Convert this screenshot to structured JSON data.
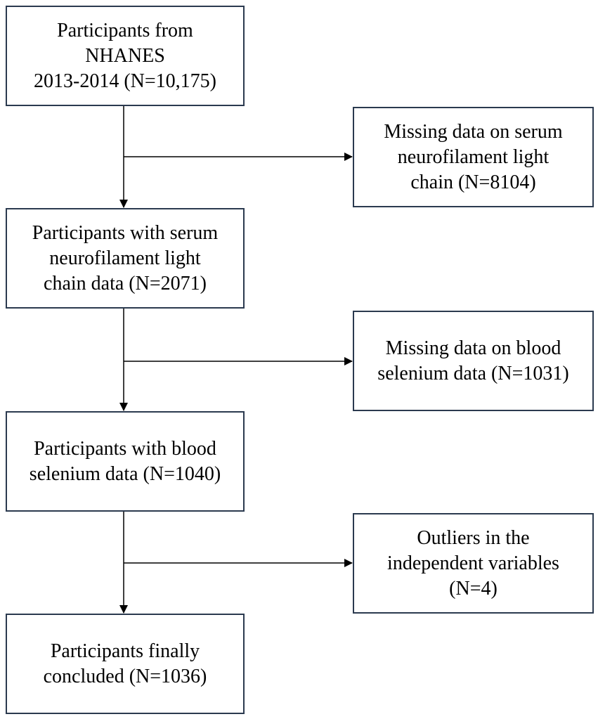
{
  "flow": {
    "main_steps": [
      {
        "text": "Participants from\nNHANES\n2013-2014 (N=10,175)"
      },
      {
        "text": "Participants with serum\nneurofilament light\nchain data (N=2071)"
      },
      {
        "text": "Participants with blood\nselenium data (N=1040)"
      },
      {
        "text": "Participants finally\nconcluded (N=1036)"
      }
    ],
    "exclusions": [
      {
        "text": "Missing data on serum\nneurofilament light\nchain (N=8104)"
      },
      {
        "text": "Missing data on blood\nselenium data (N=1031)"
      },
      {
        "text": "Outliers in the\nindependent variables\n(N=4)"
      }
    ]
  },
  "colors": {
    "box_border": "#2b3a4f",
    "line": "#000000"
  }
}
